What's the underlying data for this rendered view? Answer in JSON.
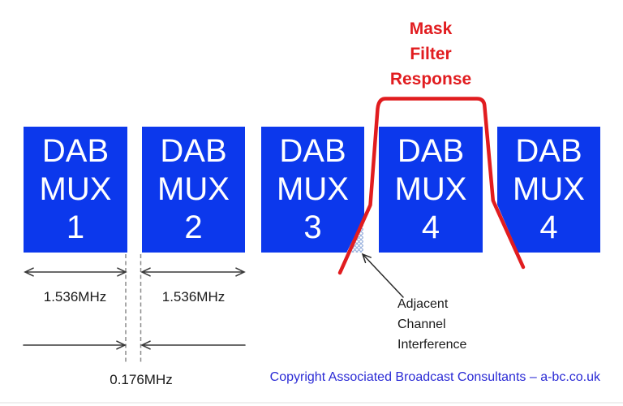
{
  "mask_label": {
    "lines": [
      "Mask",
      "Filter",
      "Response"
    ]
  },
  "boxes": [
    {
      "lines": [
        "DAB",
        "MUX",
        "1"
      ]
    },
    {
      "lines": [
        "DAB",
        "MUX",
        "2"
      ]
    },
    {
      "lines": [
        "DAB",
        "MUX",
        "3"
      ]
    },
    {
      "lines": [
        "DAB",
        "MUX",
        "4"
      ]
    },
    {
      "lines": [
        "DAB",
        "MUX",
        "4"
      ]
    }
  ],
  "measurements": {
    "mux1_width": "1.536MHz",
    "mux2_width": "1.536MHz",
    "gap_width": "0.176MHz"
  },
  "annotation": {
    "lines": [
      "Adjacent",
      "Channel",
      "Interference"
    ]
  },
  "copyright": "Copyright Associated Broadcast Consultants – a-bc.co.uk",
  "colors": {
    "mux_blue": "#0C38EC",
    "mask_red": "#E11C1F",
    "copyright_blue": "#2B2BD5",
    "hatch_blue": "#9FB6DF",
    "arrow_black": "#3A3A3A",
    "dash_gray": "#8C8C8C"
  }
}
